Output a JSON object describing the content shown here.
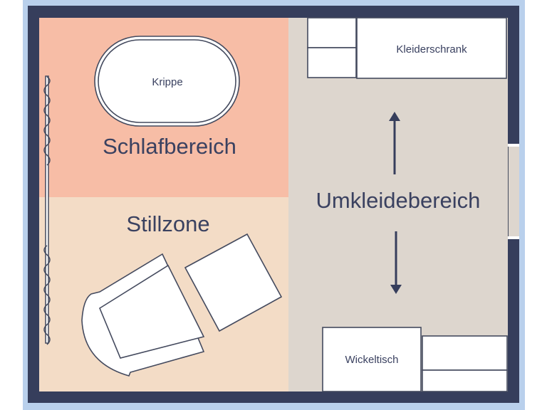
{
  "colors": {
    "background": "#b9d0ec",
    "wall": "#363e5c",
    "sleep_zone": "#f7bda6",
    "nursing_zone": "#f3dcc6",
    "changing_zone": "#ddd6ce",
    "furniture": "#ffffff",
    "text": "#3a4160"
  },
  "zones": {
    "sleep": "Schlafbereich",
    "nursing": "Stillzone",
    "changing": "Umkleidebereich"
  },
  "furniture": {
    "crib": "Krippe",
    "wardrobe": "Kleiderschrank",
    "changing_table": "Wickeltisch"
  },
  "icons": [
    "window-curtain-icon",
    "arrow-up-icon",
    "arrow-down-icon",
    "armchair-icon",
    "ottoman-icon",
    "door-opening"
  ]
}
